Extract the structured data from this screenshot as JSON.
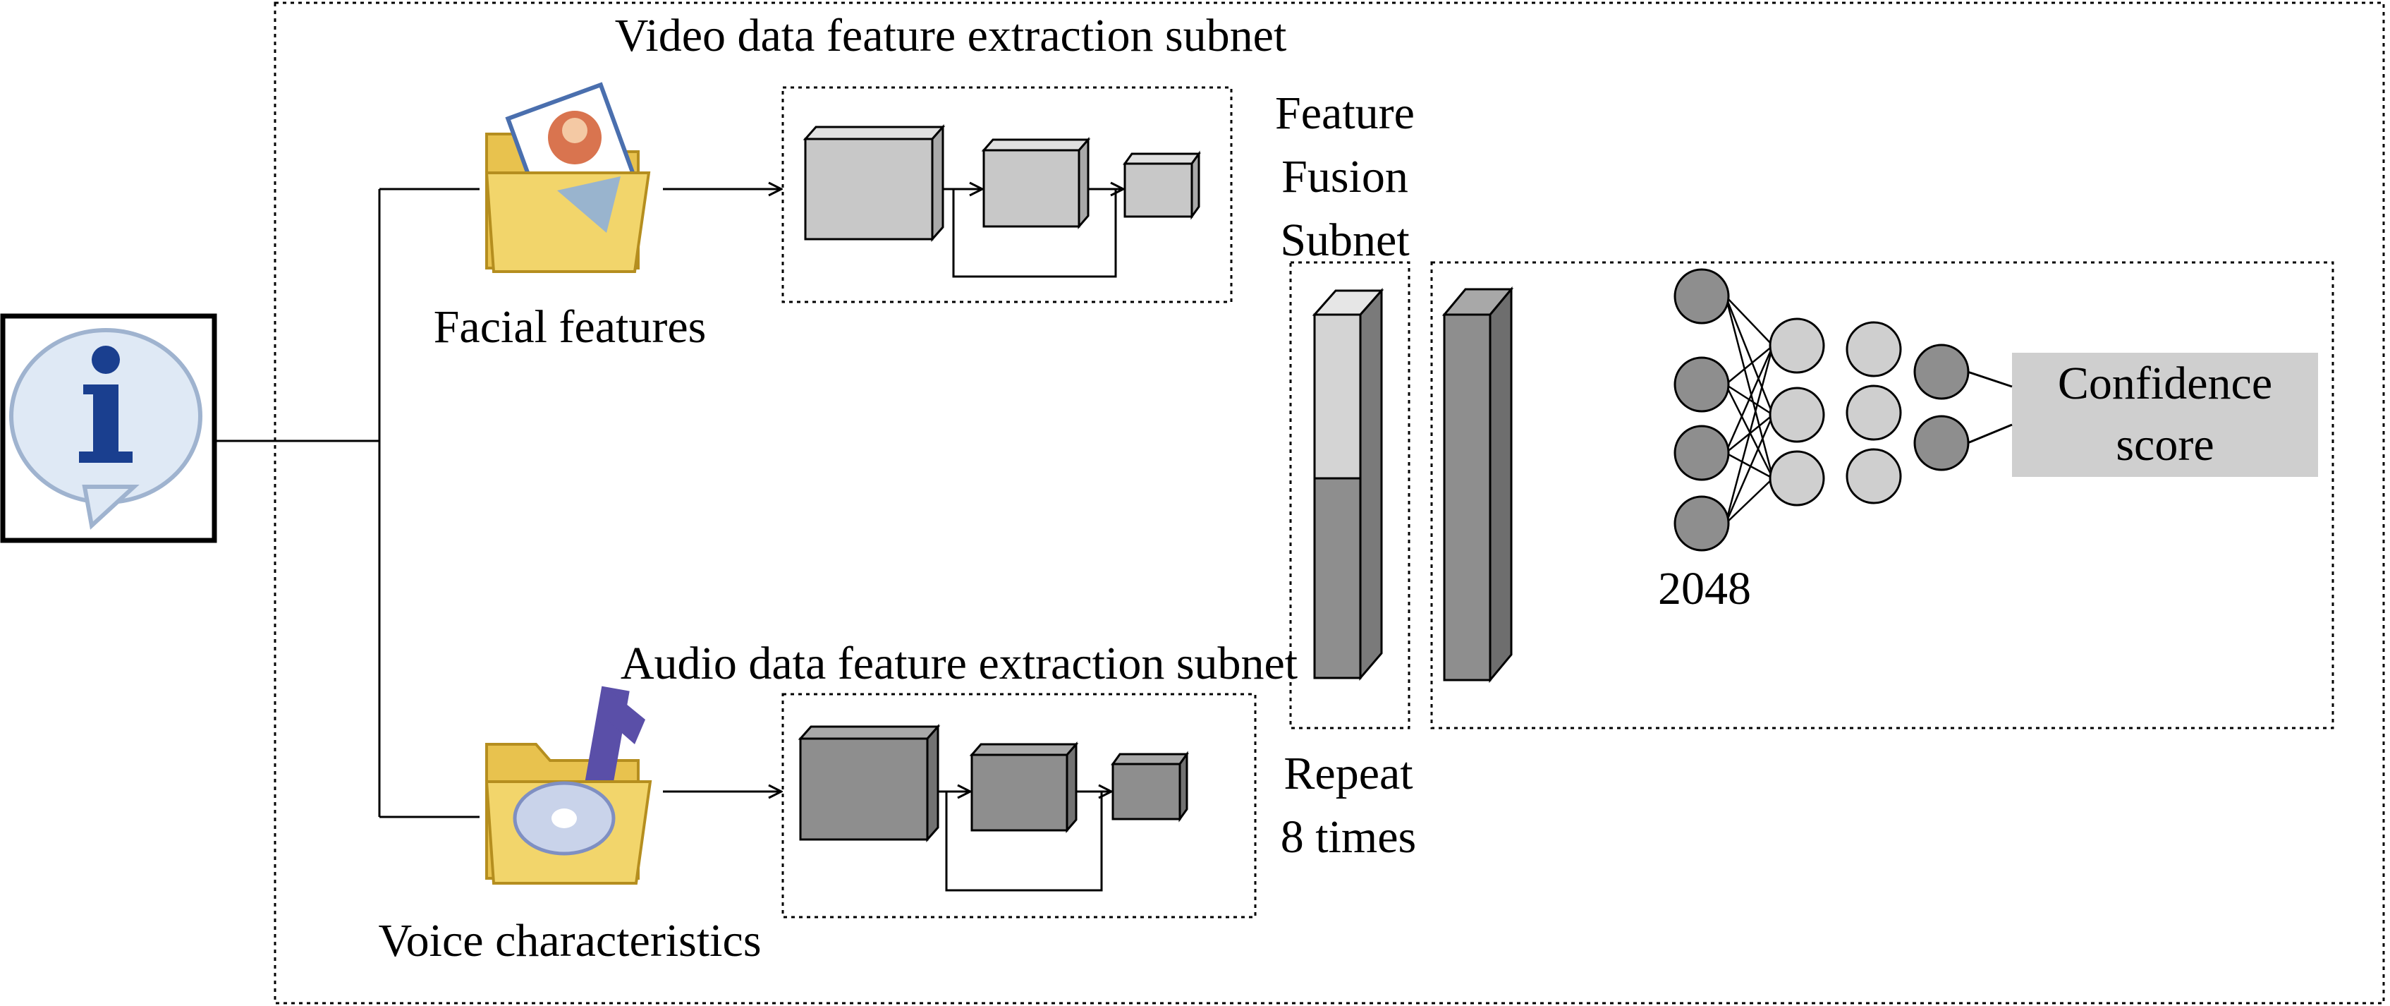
{
  "labels": {
    "video_subnet": "Video data feature extraction subnet",
    "audio_subnet": "Audio data feature extraction subnet",
    "facial_features": "Facial features",
    "voice_characteristics": "Voice characteristics",
    "fusion_line1": "Feature",
    "fusion_line2": "Fusion",
    "fusion_line3": "Subnet",
    "repeat_line1": "Repeat",
    "repeat_line2": "8 times",
    "layer_size": "2048",
    "output_line1": "Confidence",
    "output_line2": "score"
  },
  "icons": {
    "input": "info-speech-bubble-icon",
    "video": "picture-folder-icon",
    "audio": "music-folder-icon"
  },
  "colors": {
    "light_block": "#c8c8c8",
    "dark_block": "#8e8e8e",
    "output_box": "#cfcfcf",
    "icon_blue": "#1a3f8f",
    "folder_yellow": "#f2d56b"
  }
}
